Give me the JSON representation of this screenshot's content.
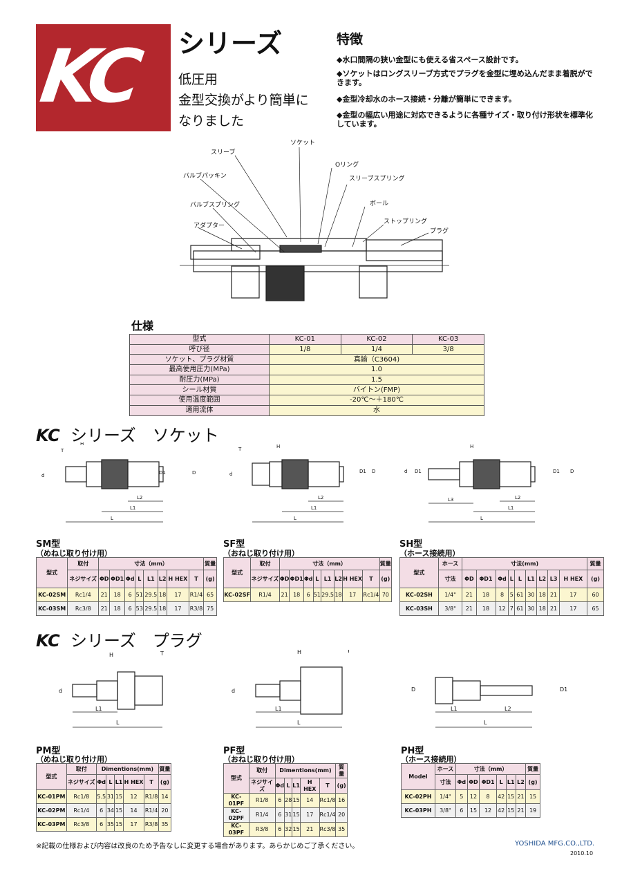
{
  "header": {
    "logo": "KC",
    "series": "シリーズ",
    "sub1": "低圧用",
    "sub2": "金型交換がより簡単に",
    "sub3": "なりました"
  },
  "features": {
    "title": "特徴",
    "items": [
      "◆水口間隔の狭い金型にも使える省スペース設計です。",
      "◆ソケットはロングスリーブ方式でプラグを金型に埋め込んだまま着脱ができます。",
      "◆金型冷却水のホース接続・分離が簡単にできます。",
      "◆金型の幅広い用途に対応できるように各種サイズ・取り付け形状を標準化しています。"
    ]
  },
  "diagram_labels": {
    "socket": "ソケット",
    "sleeve": "スリーブ",
    "valve_packing": "バルブパッキン",
    "o_ring": "Oリング",
    "sleeve_spring": "スリーブスプリング",
    "valve_spring": "バルブスプリング",
    "ball": "ボール",
    "adapter": "アダプター",
    "stop_ring": "ストップリング",
    "plug": "プラグ"
  },
  "spec": {
    "title": "仕様",
    "rows": [
      [
        "型式",
        "KC-01",
        "KC-02",
        "KC-03"
      ],
      [
        "呼び径",
        "1/8",
        "1/4",
        "3/8"
      ],
      [
        "ソケット、プラグ材質",
        "真鍮（C3604)"
      ],
      [
        "最高使用圧力(MPa)",
        "1.0"
      ],
      [
        "耐圧力(MPa)",
        "1.5"
      ],
      [
        "シール材質",
        "バイトン(FMP)"
      ],
      [
        "使用温度範囲",
        "-20℃～＋180℃"
      ],
      [
        "適用流体",
        "水"
      ]
    ]
  },
  "socket_section": {
    "kc": "KC",
    "title": "シリーズ　ソケット"
  },
  "plug_section": {
    "kc": "KC",
    "title": "シリーズ　プラグ"
  },
  "dim_letters": {
    "T": "T",
    "H": "H",
    "d": "d",
    "D": "D",
    "D1": "D1",
    "L": "L",
    "L1": "L1",
    "L2": "L2",
    "L3": "L3"
  },
  "sm": {
    "name": "SM型",
    "sub": "（めねじ取り付け用）",
    "h1": [
      "型式",
      "取付",
      "寸法（mm）",
      "質量"
    ],
    "h2": [
      "ネジサイズ",
      "ΦD",
      "ΦD1",
      "Φd",
      "L",
      "L1",
      "L2",
      "H HEX",
      "T",
      "(g)"
    ],
    "rows": [
      [
        "KC-02SM",
        "Rc1/4",
        "21",
        "18",
        "6",
        "51",
        "29.5",
        "18",
        "17",
        "R1/4",
        "65"
      ],
      [
        "KC-03SM",
        "Rc3/8",
        "21",
        "18",
        "6",
        "53",
        "29.5",
        "18",
        "17",
        "R3/8",
        "75"
      ]
    ]
  },
  "sf": {
    "name": "SF型",
    "sub": "（おねじ取り付け用）",
    "h1": [
      "型式",
      "取付",
      "寸法（mm）",
      "質量"
    ],
    "h2": [
      "ネジサイズ",
      "ΦD",
      "ΦD1",
      "Φd",
      "L",
      "L1",
      "L2",
      "H HEX",
      "T",
      "(g)"
    ],
    "rows": [
      [
        "KC-02SF",
        "R1/4",
        "21",
        "18",
        "6",
        "51",
        "29.5",
        "18",
        "17",
        "Rc1/4",
        "70"
      ]
    ]
  },
  "sh": {
    "name": "SH型",
    "sub": "（ホース接続用）",
    "h1": [
      "型式",
      "ホース",
      "寸法(mm)",
      "質量"
    ],
    "h2": [
      "寸法",
      "ΦD",
      "ΦD1",
      "Φd",
      "L",
      "L1",
      "L2",
      "L3",
      "H HEX",
      "(g)"
    ],
    "rows": [
      [
        "KC-02SH",
        "1/4\"",
        "21",
        "18",
        "8",
        "5",
        "61",
        "30",
        "18",
        "21",
        "17",
        "60"
      ],
      [
        "KC-03SH",
        "3/8\"",
        "21",
        "18",
        "12",
        "7",
        "61",
        "30",
        "18",
        "21",
        "17",
        "65"
      ]
    ]
  },
  "pm": {
    "name": "PM型",
    "sub": "（めねじ取り付け用）",
    "h1": [
      "型式",
      "取付",
      "Dimentions(mm)",
      "質量"
    ],
    "h2": [
      "ネジサイズ",
      "Φd",
      "L",
      "L1",
      "H HEX",
      "T",
      "(g)"
    ],
    "rows": [
      [
        "KC-01PM",
        "Rc1/8",
        "5.5",
        "31",
        "15",
        "12",
        "R1/8",
        "14"
      ],
      [
        "KC-02PM",
        "Rc1/4",
        "6",
        "34",
        "15",
        "14",
        "R1/4",
        "20"
      ],
      [
        "KC-03PM",
        "Rc3/8",
        "6",
        "35",
        "15",
        "17",
        "R3/8",
        "35"
      ]
    ]
  },
  "pf": {
    "name": "PF型",
    "sub": "（おねじ取り付け用）",
    "h1": [
      "型式",
      "取付",
      "Dimentions(mm)",
      "質量"
    ],
    "h2": [
      "ネジサイズ",
      "Φd",
      "L",
      "L1",
      "H HEX",
      "T",
      "(g)"
    ],
    "rows": [
      [
        "KC-01PF",
        "R1/8",
        "6",
        "28",
        "15",
        "14",
        "Rc1/8",
        "16"
      ],
      [
        "KC-02PF",
        "R1/4",
        "6",
        "31",
        "15",
        "17",
        "Rc1/4",
        "20"
      ],
      [
        "KC-03PF",
        "R3/8",
        "6",
        "32",
        "15",
        "21",
        "Rc3/8",
        "35"
      ]
    ]
  },
  "ph": {
    "name": "PH型",
    "sub": "（ホース接続用）",
    "h1": [
      "Model",
      "ホース",
      "寸法（mm）",
      "質量"
    ],
    "h2": [
      "寸法",
      "Φd",
      "ΦD1",
      "L",
      "L1",
      "L2",
      "(g)"
    ],
    "rows": [
      [
        "KC-02PH",
        "1/4\"",
        "5",
        "12",
        "8",
        "42",
        "15",
        "21",
        "15"
      ],
      [
        "KC-03PH",
        "3/8\"",
        "6",
        "15",
        "12",
        "42",
        "15",
        "21",
        "19"
      ]
    ]
  },
  "footer": {
    "note": "※記載の仕様および内容は改良のため予告なしに変更する場合があります。あらかじめご了承ください。",
    "company": "YOSHIDA MFG.CO.,LTD.",
    "date": "2010.10"
  }
}
